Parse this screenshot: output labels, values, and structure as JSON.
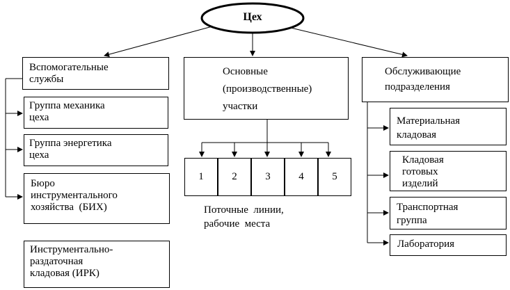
{
  "root": {
    "label": "Цех"
  },
  "branches": {
    "left": {
      "label": "Вспомогательные\nслужбы",
      "children": [
        "Группа механика\nцеха",
        "Группа энергетика\nцеха",
        "Бюро\nинструментального\nхозяйства  (БИХ)"
      ],
      "sub_child": "Инструментально-\nраздаточная\nкладовая (ИРК)"
    },
    "center": {
      "label": "Основные\n(производственные)\nучастки",
      "sections": [
        "1",
        "2",
        "3",
        "4",
        "5"
      ],
      "caption": "Поточные  линии,\nрабочие  места"
    },
    "right": {
      "label": "Обслуживающие\nподразделения",
      "children": [
        "Материальная\nкладовая",
        "Кладовая\nготовых\nизделий",
        "Транспортная\nгруппа",
        "Лаборатория"
      ]
    }
  }
}
